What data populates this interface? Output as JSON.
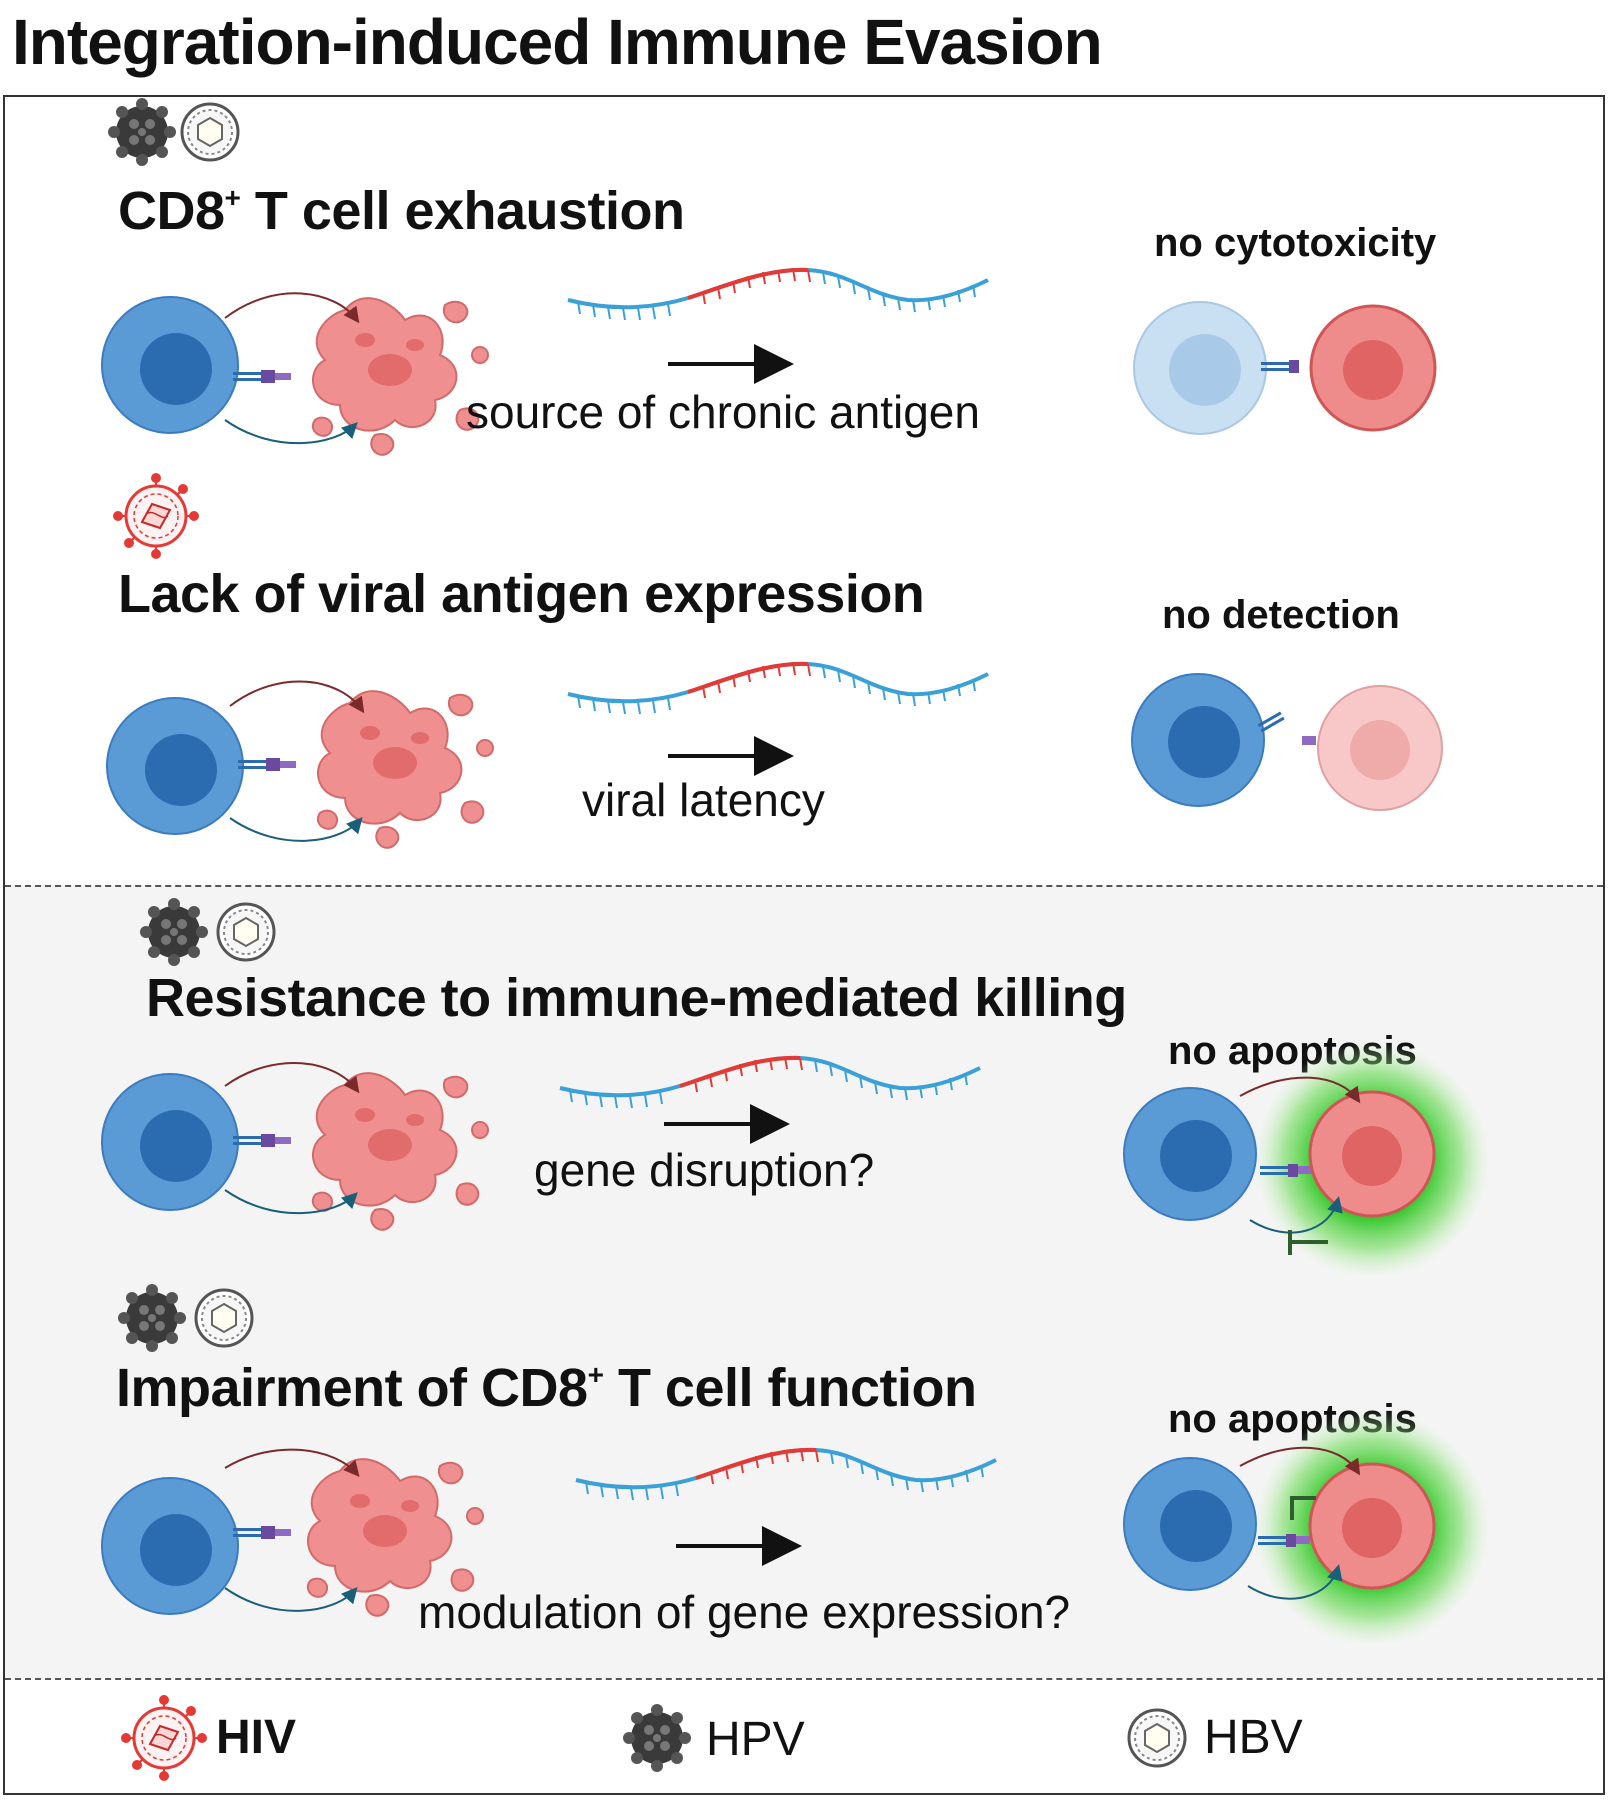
{
  "title": "Integration-induced Immune Evasion",
  "sections": [
    {
      "title": "CD8",
      "sup": "+",
      "title_rest": " T cell exhaustion",
      "mechanism": "source of chronic antigen",
      "outcome": "no cytotoxicity",
      "viruses": [
        "HPV",
        "HBV"
      ]
    },
    {
      "title": "Lack of viral antigen expression",
      "mechanism": "viral latency",
      "outcome": "no detection",
      "viruses": [
        "HIV"
      ]
    },
    {
      "title": "Resistance to immune-mediated killing",
      "mechanism": "gene disruption?",
      "outcome": "no apoptosis",
      "viruses": [
        "HPV",
        "HBV"
      ]
    },
    {
      "title": "Impairment of CD8",
      "sup": "+",
      "title_rest": " T cell function",
      "mechanism": "modulation of gene expression?",
      "outcome": "no apoptosis",
      "viruses": [
        "HPV",
        "HBV"
      ]
    }
  ],
  "legend": [
    {
      "label": "HIV",
      "icon": "hiv-virus-icon"
    },
    {
      "label": "HPV",
      "icon": "hpv-virus-icon"
    },
    {
      "label": "HBV",
      "icon": "hbv-virus-icon"
    }
  ],
  "colors": {
    "tcell": "#5b9bd5",
    "tcell_nucleus": "#2b6cb0",
    "tumor": "#f08f8f",
    "tumor_dark": "#e26b6b",
    "dna": "#3aa0d8",
    "dna_integrated": "#e53935",
    "green_glow": "#2ecc40"
  }
}
